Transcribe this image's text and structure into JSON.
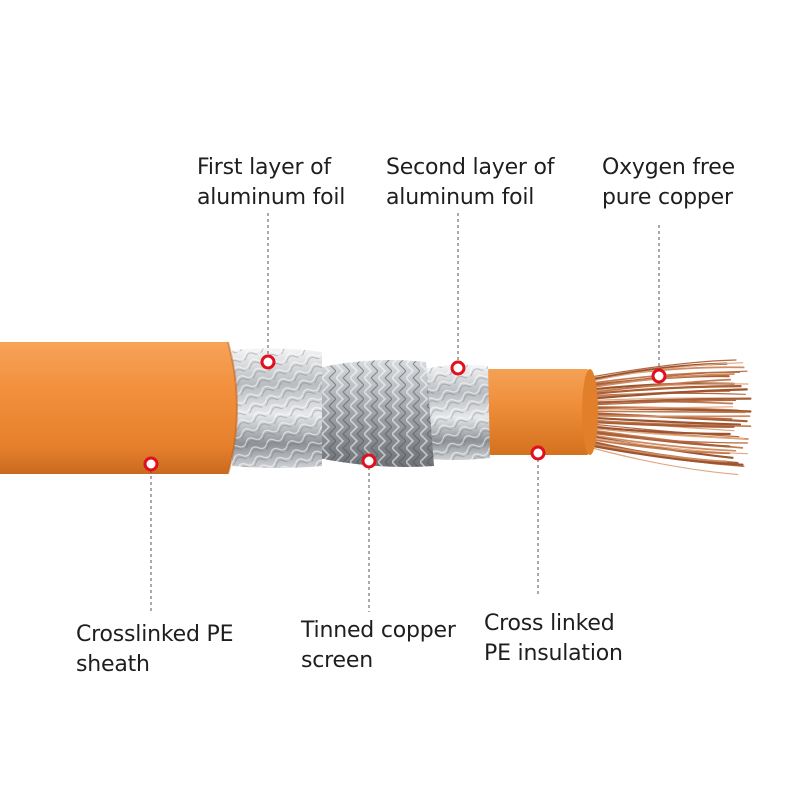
{
  "diagram": {
    "callouts": [
      {
        "id": "first-foil",
        "lines": [
          "First layer of",
          "aluminum foil"
        ]
      },
      {
        "id": "second-foil",
        "lines": [
          "Second layer of",
          "aluminum foil"
        ]
      },
      {
        "id": "copper-core",
        "lines": [
          "Oxygen free",
          "pure copper"
        ]
      },
      {
        "id": "sheath",
        "lines": [
          "Crosslinked PE",
          "sheath"
        ]
      },
      {
        "id": "screen",
        "lines": [
          "Tinned copper",
          "screen"
        ]
      },
      {
        "id": "insulation",
        "lines": [
          "Cross linked",
          "PE insulation"
        ]
      }
    ],
    "colors": {
      "sheath": "#f2903e",
      "foil": "#c9ccd0",
      "braid": "#a9adb2",
      "copper": "#c0774e",
      "marker": "#e0101e",
      "leader": "#555555",
      "text": "#1e1e1e"
    }
  }
}
